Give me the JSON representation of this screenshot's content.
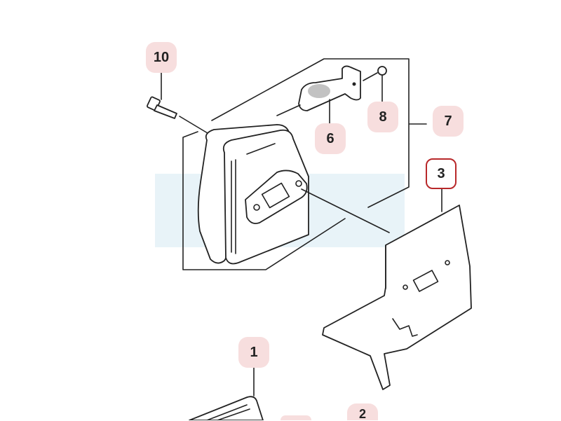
{
  "diagram": {
    "callouts": [
      {
        "id": "10",
        "label": "10",
        "selected": false
      },
      {
        "id": "6",
        "label": "6",
        "selected": false
      },
      {
        "id": "8",
        "label": "8",
        "selected": false
      },
      {
        "id": "7",
        "label": "7",
        "selected": false
      },
      {
        "id": "3",
        "label": "3",
        "selected": true
      },
      {
        "id": "1",
        "label": "1",
        "selected": false
      },
      {
        "id": "2",
        "label": "2",
        "selected": false
      }
    ],
    "colors": {
      "callout_bg": "#f7dede",
      "selected_border": "#b8282a",
      "watermark_band": "#e8f3f8"
    }
  }
}
